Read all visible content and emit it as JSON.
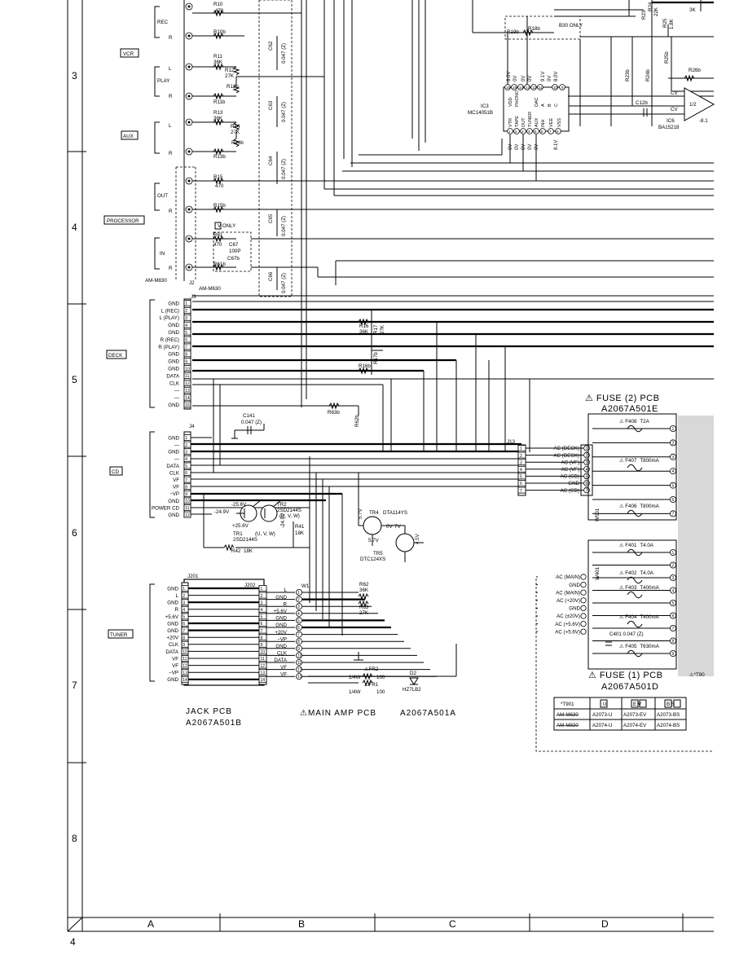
{
  "page_number": "4",
  "grid": {
    "rows": [
      "3",
      "4",
      "5",
      "6",
      "7",
      "8"
    ],
    "cols": [
      "A",
      "B",
      "C",
      "D"
    ]
  },
  "input_tags": {
    "vcr": "VCR",
    "aux": "AUX",
    "processor": "PROCESSOR",
    "deck": "DECK",
    "cd": "CD",
    "tuner": "TUNER"
  },
  "jack_labels": {
    "rec": "REC",
    "play": "PLAY",
    "out": "OUT",
    "in": "IN",
    "l": "L",
    "r": "R",
    "v_only": "V ONLY",
    "am_m830": "AM-M830",
    "am_m630": "AM-M630"
  },
  "resistors": [
    {
      "ref": "R10",
      "val": "470"
    },
    {
      "ref": "R10b",
      "val": ""
    },
    {
      "ref": "R11",
      "val": "36K"
    },
    {
      "ref": "R12",
      "val": "27K"
    },
    {
      "ref": "R12b",
      "val": ""
    },
    {
      "ref": "R11b",
      "val": ""
    },
    {
      "ref": "R13",
      "val": "36K"
    },
    {
      "ref": "R14",
      "val": "27K"
    },
    {
      "ref": "R14b",
      "val": ""
    },
    {
      "ref": "R13b",
      "val": ""
    },
    {
      "ref": "R15",
      "val": "470"
    },
    {
      "ref": "R15b",
      "val": ""
    },
    {
      "ref": "R61",
      "val": "470"
    },
    {
      "ref": "R61b",
      "val": ""
    }
  ],
  "caps": [
    {
      "ref": "C62",
      "val": "0.047 (Z)"
    },
    {
      "ref": "C63",
      "val": "0.047 (Z)"
    },
    {
      "ref": "C64",
      "val": "0.047 (Z)"
    },
    {
      "ref": "C65",
      "val": "0.047 (Z)"
    },
    {
      "ref": "C66",
      "val": "0.047 (Z)"
    },
    {
      "ref": "C67",
      "val": "100P"
    },
    {
      "ref": "C67b",
      "val": ""
    }
  ],
  "ic3": {
    "ref": "IC3",
    "part": "MC14051B",
    "top_pins": [
      "16",
      "15",
      "14",
      "13",
      "12",
      "11",
      "10",
      "9"
    ],
    "bottom_pins": [
      "1",
      "2",
      "3",
      "4",
      "5",
      "6",
      "7",
      "8"
    ],
    "top_names": [
      "VDD",
      "PHONO",
      "DAC",
      "A",
      "B",
      "C"
    ],
    "bottom_names": [
      "VTR",
      "TAPE",
      "OUT",
      "TUNER",
      "AUX",
      "INH",
      "VEE",
      "VSS"
    ],
    "top_volts": [
      "8.0V",
      "0V",
      "0V",
      "0V",
      "9.1V",
      "0V",
      "8.0V"
    ],
    "bottom_volts": [
      "0V",
      "0V",
      "0V",
      "0V",
      "0V",
      "8.1V"
    ]
  },
  "ic6": {
    "ref": "IC6",
    "part": "BA15218",
    "unit": "1/2"
  },
  "misc_parts": {
    "r23": "R23",
    "r23b": "R23b",
    "r24": "R24",
    "r24b": "R24b",
    "r24_val": "22K",
    "r25": "R25",
    "r25_val": "1.8K",
    "r25b": "R25b",
    "r26b": "R26b",
    "r19b": "R19b",
    "r18b": "R18b",
    "r3k": "3K",
    "c12b": "C12b",
    "b30_note": "B30 ONLY",
    "ic6_volt": "-8.1",
    "cv": "CV"
  },
  "j3": {
    "ref": "J3",
    "pins": [
      "1",
      "2",
      "3",
      "4",
      "5",
      "6",
      "7",
      "8",
      "9",
      "10",
      "11",
      "12",
      "13",
      "14",
      "15"
    ],
    "labels": [
      "GND",
      "L (REC)",
      "L (PLAY)",
      "GND",
      "GND",
      "R (REC)",
      "R (PLAY)",
      "GND",
      "GND",
      "GND",
      "DATA",
      "CLK",
      "—",
      "—",
      "GND"
    ]
  },
  "j3_parts": {
    "r16": "R16",
    "r16_val": "36K",
    "r17": "R17",
    "r17_val": "27K",
    "r16b": "R16b",
    "r17b": "R17b",
    "r63b": "R63b",
    "r62b": "R62b"
  },
  "j4": {
    "ref": "J4",
    "pins": [
      "1",
      "2",
      "3",
      "4",
      "5",
      "6",
      "7",
      "8",
      "9",
      "10",
      "11",
      "12"
    ],
    "labels": [
      "GND",
      "—",
      "GND",
      "—",
      "DATA",
      "CLK",
      "VF",
      "VF",
      "−VP",
      "GND",
      "POWER CD",
      "GND"
    ]
  },
  "cd_parts": {
    "c141": "C141",
    "c141_val": "0.047 (Z)",
    "tr2": "TR2",
    "tr2_part": "2SD2144S",
    "tr2_note": "(U, V, W)",
    "tr1": "TR1",
    "tr1_part": "2SD2144S",
    "tr1_note": "(U, V, W)",
    "v1": "-25.6V",
    "v2": "-24.9V",
    "v3": "+25.6V",
    "v4": "-24.9V",
    "r41": "R41",
    "r41_val": "18K",
    "r42": "R42",
    "r42_val": "18K",
    "tr4": "TR4",
    "tr4_part": "DTA114YS",
    "tr5": "TR5",
    "tr5_part": "DTC124XS",
    "v5": "5.7V",
    "v6": "0V",
    "v7": "7V",
    "v8": "5.7V",
    "v9": "4.5V"
  },
  "j201": {
    "ref": "J201",
    "pins": [
      "1",
      "2",
      "3",
      "4",
      "5",
      "6",
      "7",
      "8",
      "9",
      "10",
      "11",
      "12",
      "13",
      "14"
    ],
    "labels": [
      "GND",
      "L",
      "GND",
      "R",
      "+5.6V",
      "GND",
      "GND",
      "+20V",
      "CLK",
      "DATA",
      "VF",
      "VF",
      "−VP",
      "GND"
    ]
  },
  "j202": {
    "ref": "J202",
    "pins": [
      "1",
      "2",
      "3",
      "4",
      "5",
      "6",
      "7",
      "8",
      "9",
      "10",
      "11",
      "12",
      "13",
      "14"
    ]
  },
  "w1": {
    "ref": "W1",
    "pins": [
      "1",
      "2",
      "3",
      "4",
      "5",
      "6",
      "7",
      "8",
      "9",
      "10",
      "11",
      "12",
      "13"
    ],
    "labels": [
      "L",
      "GND",
      "R",
      "+5.6V",
      "GND",
      "GND",
      "+20V",
      "−VP",
      "GND",
      "CLK",
      "DATA",
      "VF",
      "VF"
    ]
  },
  "tuner_parts": {
    "r62": "R62",
    "r62_val": "36K",
    "r63": "R63",
    "r63_val": "27K",
    "fr2": "FR2",
    "fr1": "FR1",
    "fr_w": "1/4W",
    "fr_val": "100",
    "d2": "D2",
    "d2_part": "HZ7LB2"
  },
  "j13": {
    "ref": "J13",
    "pins": [
      "1",
      "2",
      "3",
      "4",
      "5",
      "6",
      "7"
    ],
    "labels": [
      "AC (DECK)",
      "AC (DECK)",
      "AC (VF)",
      "AC (VF)",
      "AC (CD)",
      "GND",
      "AC (CD)"
    ]
  },
  "fuse2": {
    "title": "FUSE (2) PCB",
    "part": "A2067A501E",
    "w_ref": "W501",
    "fuses": [
      {
        "ref": "F408",
        "rating": "T2A"
      },
      {
        "ref": "F407",
        "rating": "T800mA"
      },
      {
        "ref": "F406",
        "rating": "T800mA"
      }
    ],
    "pins": [
      "1",
      "2",
      "3",
      "4",
      "5",
      "6",
      "7"
    ]
  },
  "fuse1": {
    "title": "FUSE (1) PCB",
    "part": "A2067A501D",
    "w_ref": "W401",
    "fuses": [
      {
        "ref": "F401",
        "rating": "T4.0A"
      },
      {
        "ref": "F402",
        "rating": "T4.0A"
      },
      {
        "ref": "F403",
        "rating": "T400mA"
      },
      {
        "ref": "F404",
        "rating": "T400mA"
      },
      {
        "ref": "F405",
        "rating": "T630mA"
      }
    ],
    "cap": "C401 0.047 (Z)",
    "labels": [
      "AC (MAIN)",
      "GND",
      "AC (MAIN)",
      "AC (+20V)",
      "GND",
      "AC (±20V)",
      "AC (+5.6V)",
      "AC (+5.6V)"
    ],
    "pins": [
      "1",
      "2",
      "3",
      "4",
      "5",
      "6",
      "7",
      "8",
      "9"
    ],
    "t90_note": "*T90"
  },
  "t901_table": {
    "header": [
      "*T901",
      "U",
      "E V",
      "B S"
    ],
    "rows": [
      [
        "AM-M630",
        "A2073-U",
        "A2073-EV",
        "A2073-BS"
      ],
      [
        "AM-M830",
        "A2074-U",
        "A2074-EV",
        "A2074-BS"
      ]
    ]
  },
  "pcb_labels": {
    "jack_title": "JACK PCB",
    "jack_part": "A2067A501B",
    "main_title": "MAIN AMP PCB",
    "main_part": "A2067A501A"
  },
  "colors": {
    "ink": "#000000",
    "paper": "#ffffff",
    "shade": "#c8c8c8"
  }
}
